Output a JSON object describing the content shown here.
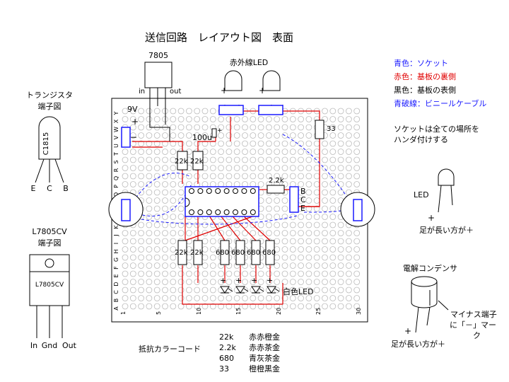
{
  "title": "送信回路　レイアウト図　表面",
  "legend": {
    "blue": "青色：ソケット",
    "red": "赤色：基板の裏側",
    "black": "黒色：基板の表側",
    "dashed": "青破線：ビニールケーブル"
  },
  "note_socket": [
    "ソケットは全ての場所を",
    "ハンダ付けする"
  ],
  "regulator": {
    "name": "7805",
    "in": "in",
    "out": "out"
  },
  "ir_led": {
    "label": "赤外線LED",
    "plus": "+"
  },
  "board": {
    "v9": "9V",
    "plus": "+",
    "minus": "−",
    "cap": "100u",
    "r22k": "22k",
    "r33": "33",
    "r2_2k": "2.2k",
    "r680": "680",
    "bce": [
      "B",
      "C",
      "E"
    ],
    "white_led": "白色LED",
    "rows": [
      "Y",
      "X",
      "W",
      "V",
      "U",
      "T",
      "S",
      "R",
      "Q",
      "P",
      "O",
      "N",
      "M",
      "L",
      "K",
      "J",
      "I",
      "H",
      "G",
      "F",
      "E",
      "D",
      "C",
      "B",
      "A"
    ],
    "cols": [
      "1",
      "5",
      "10",
      "15",
      "20",
      "25",
      "30"
    ]
  },
  "transistor": {
    "title": [
      "トランジスタ",
      "端子図"
    ],
    "name": "C1815",
    "pins": [
      "E",
      "C",
      "B"
    ]
  },
  "l7805cv": {
    "title": [
      "L7805CV",
      "端子図"
    ],
    "name": "L7805CV",
    "pins": [
      "In",
      "Gnd",
      "Out"
    ]
  },
  "led_side": {
    "label": "LED",
    "plus": "+",
    "note": "足が長い方が＋"
  },
  "cap_side": {
    "title": "電解コンデンサ",
    "minus_note": [
      "マイナス端子",
      "に「－」マー",
      "ク"
    ],
    "plus": "+",
    "note": "足が長い方が＋"
  },
  "color_code": {
    "title": "抵抗カラーコード",
    "rows": [
      {
        "value": "22k",
        "colors": "赤赤橙金"
      },
      {
        "value": "2.2k",
        "colors": "赤赤茶金"
      },
      {
        "value": "680",
        "colors": "青灰茶金"
      },
      {
        "value": "33",
        "colors": "橙橙黒金"
      }
    ]
  },
  "colors": {
    "blue": "#1a1aff",
    "red": "#e00000",
    "grid": "#bbbbbb"
  }
}
